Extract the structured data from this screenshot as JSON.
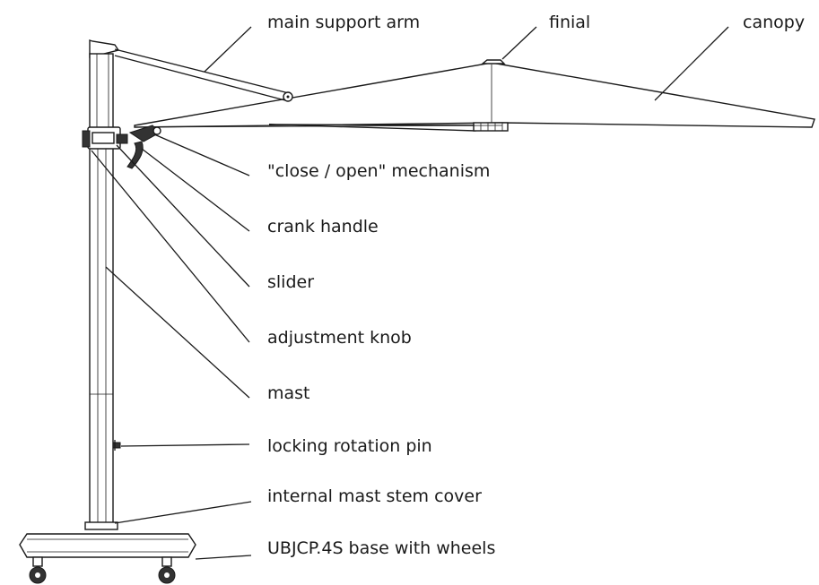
{
  "labels": {
    "main_support_arm": "main support arm",
    "finial": "finial",
    "canopy": "canopy",
    "close_open": "\"close / open\" mechanism",
    "crank_handle": "crank handle",
    "slider": "slider",
    "adjustment_knob": "adjustment knob",
    "mast": "mast",
    "locking_rotation_pin": "locking rotation pin",
    "internal_mast_stem_cover": "internal mast stem cover",
    "base": "UBJCP.4S base with wheels"
  },
  "colors": {
    "line": "#1a1a1a",
    "background": "#ffffff",
    "dark_part": "#333333"
  }
}
